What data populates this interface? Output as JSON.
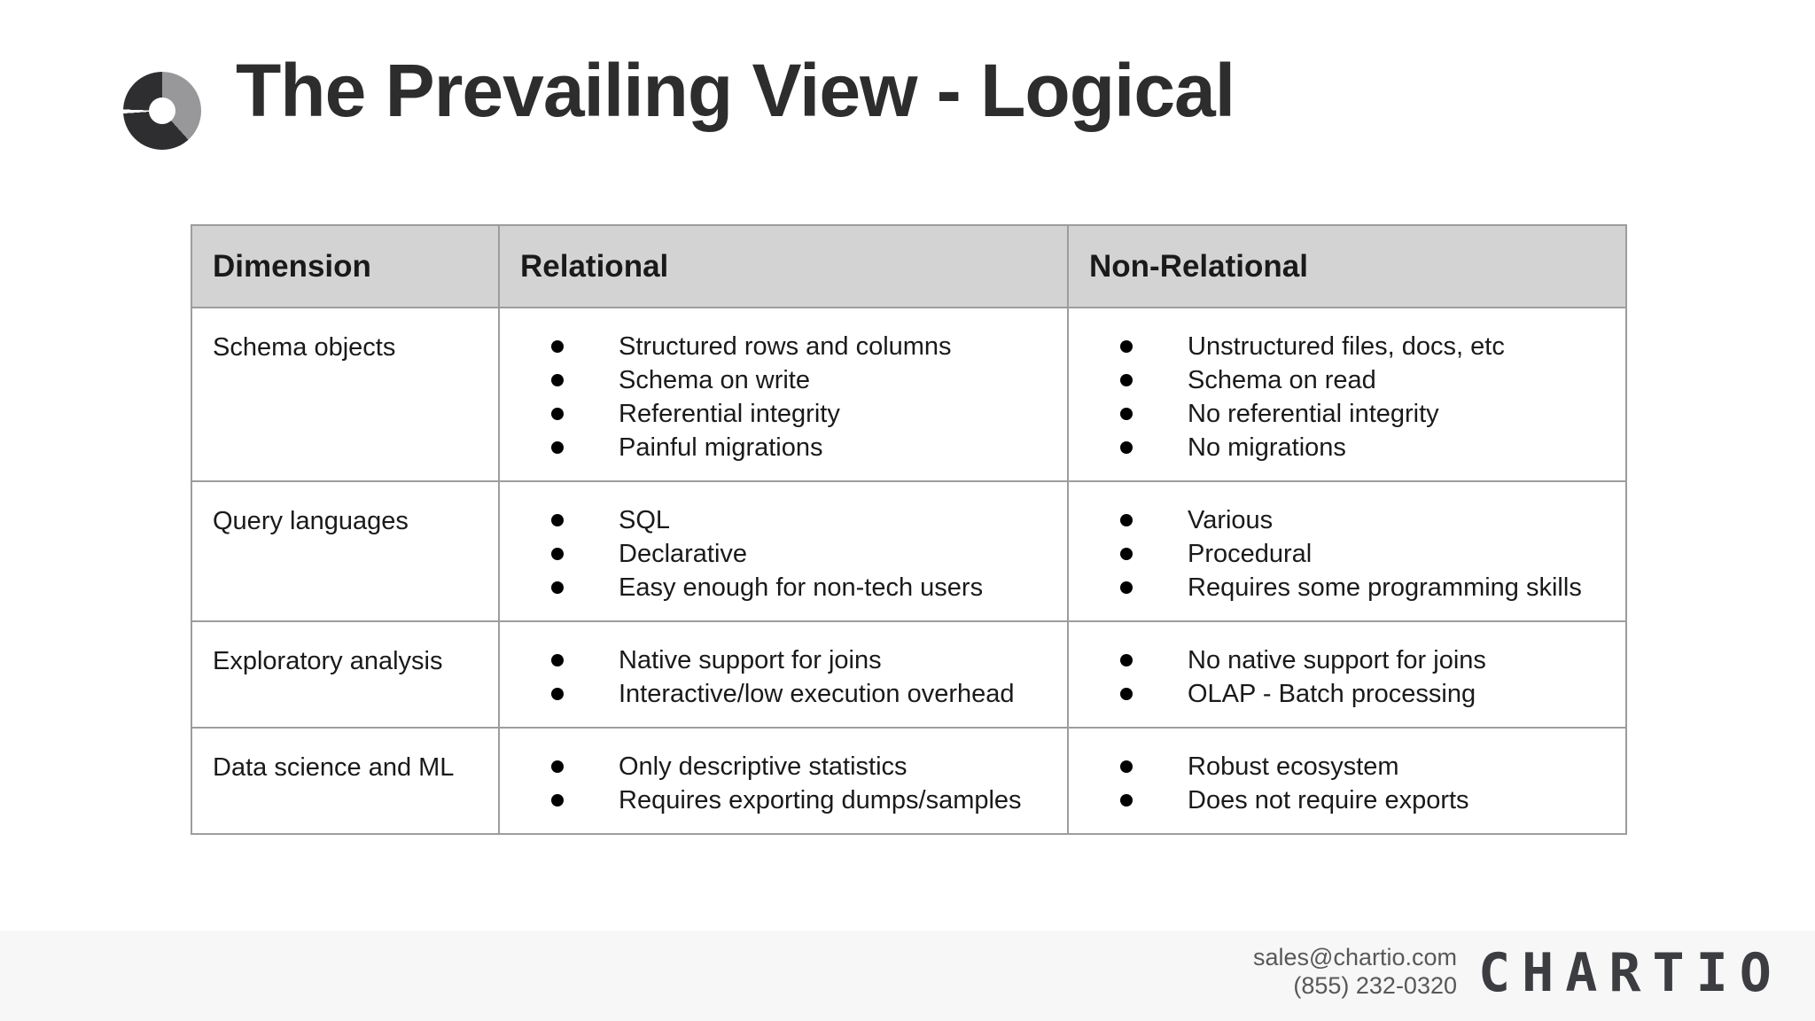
{
  "slide": {
    "title": "The Prevailing View - Logical",
    "logo_icon": "chartio-donut-icon"
  },
  "table": {
    "headers": [
      "Dimension",
      "Relational",
      "Non-Relational"
    ],
    "rows": [
      {
        "dimension": "Schema objects",
        "relational": [
          "Structured rows and columns",
          "Schema on write",
          "Referential integrity",
          "Painful migrations"
        ],
        "non_relational": [
          "Unstructured files, docs, etc",
          "Schema on read",
          "No referential integrity",
          "No migrations"
        ]
      },
      {
        "dimension": "Query languages",
        "relational": [
          "SQL",
          "Declarative",
          "Easy enough for non-tech users"
        ],
        "non_relational": [
          "Various",
          "Procedural",
          "Requires some programming skills"
        ]
      },
      {
        "dimension": "Exploratory analysis",
        "relational": [
          "Native support for joins",
          "Interactive/low execution overhead"
        ],
        "non_relational": [
          "No native support for joins",
          "OLAP - Batch processing"
        ]
      },
      {
        "dimension": "Data science and ML",
        "relational": [
          "Only descriptive statistics",
          "Requires exporting dumps/samples"
        ],
        "non_relational": [
          "Robust ecosystem",
          "Does not require exports"
        ]
      }
    ]
  },
  "footer": {
    "email": "sales@chartio.com",
    "phone": "(855) 232-0320",
    "brand": "CHARTIO"
  },
  "colors": {
    "header_bg": "#d3d3d3",
    "dimension_col_bg": "#efefef",
    "table_border": "#9d9d9d",
    "footer_bg": "#f7f7f7",
    "title_text": "#2d2d2d",
    "logo_dark": "#2e2e30",
    "logo_light": "#98989a",
    "brand_text": "#3c3d41"
  }
}
